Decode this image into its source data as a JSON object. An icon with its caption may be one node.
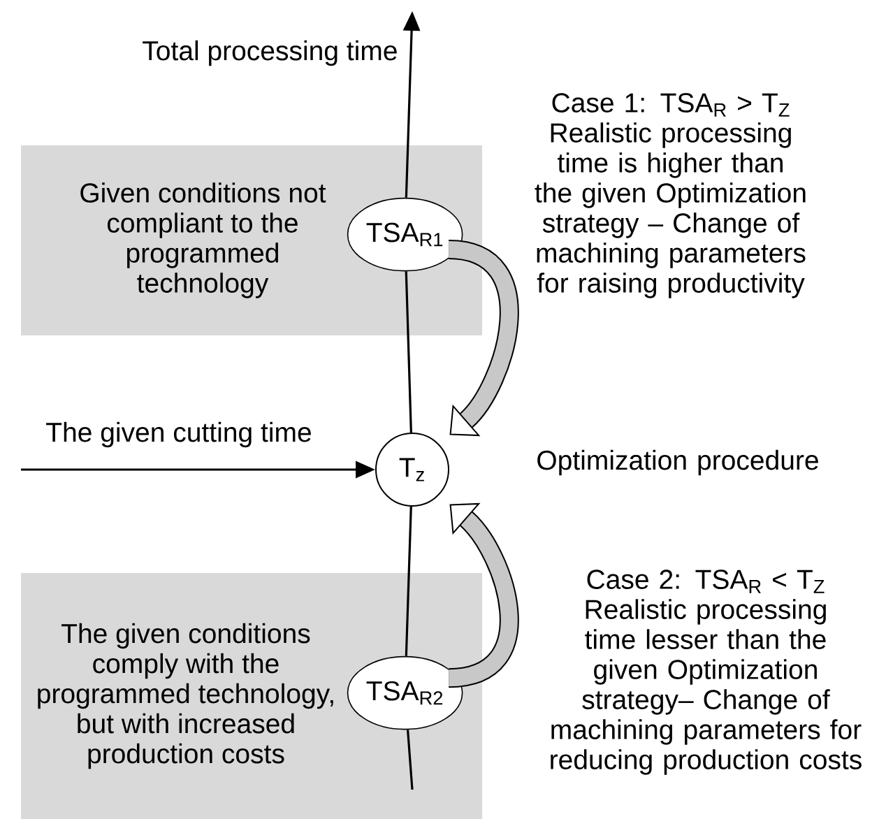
{
  "diagram": {
    "nodes": [
      {
        "text": [
          "Given conditions not compliant to the programmed technology"
        ]
      },
      {
        "text": [
          "TSA$_{R1}$"
        ],
        "in": 0
      },
      {
        "text": [
          "T$_{z}$"
        ]
      },
      {
        "text": [
          "The given conditions comply with the programmed technology, but with increased production costs"
        ]
      },
      {
        "text": [
          "TSA$_{R2}$"
        ],
        "in": 3
      }
    ],
    "edges": [
      {
        "from": null,
        "to": 4,
        "arrow": "none"
      },
      {
        "from": 4,
        "to": 2,
        "arrow": "none"
      },
      {
        "from": 2,
        "to": 1,
        "arrow": "none"
      },
      {
        "from": 1,
        "to": null,
        "arrow": "to",
        "label": "Total processing time"
      },
      {
        "from": null,
        "to": 2,
        "arrow": "to",
        "label": "The given cutting time"
      },
      {
        "from": 1,
        "to": 2,
        "arrow": "to",
        "style": "thick"
      },
      {
        "from": 4,
        "to": 2,
        "arrow": "to",
        "style": "thick"
      }
    ],
    "labels": [
      "Case 1: TSA$_{R}$ > T$_{Z}$ Realistic processing time is higher than the given Optimization strategy – Change of machining parameters for raising productivity",
      "Optimization procedure",
      "Case 2: TSA$_{R}$ < T$_{Z}$ Realistic processing time lesser than the given Optimization strategy– Change of machining parameters for reducing production costs"
    ]
  }
}
